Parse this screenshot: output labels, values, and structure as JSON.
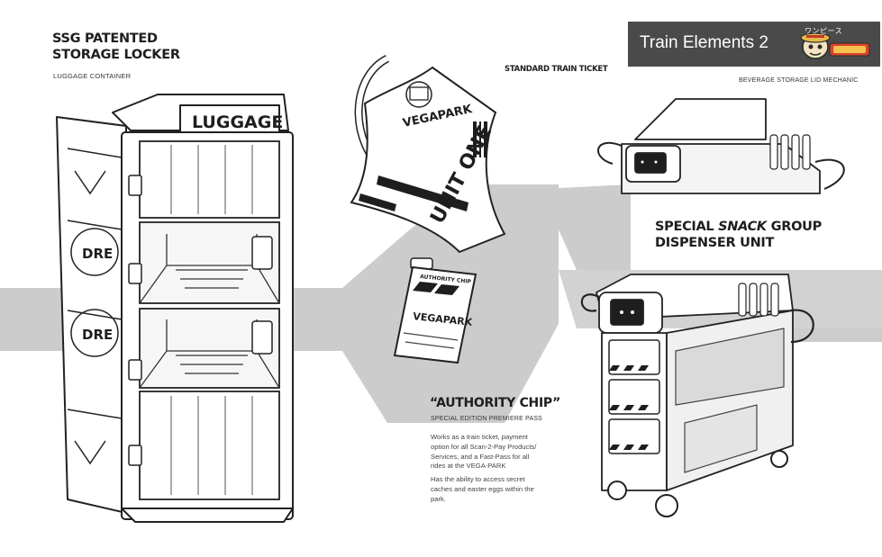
{
  "header": {
    "title": "Train Elements 2",
    "logo_text": "ワンピース",
    "logo_icon": "one-piece-straw-hat-logo"
  },
  "locker": {
    "title_line1": "SSG PATENTED",
    "title_line2": "STORAGE LOCKER",
    "subtitle": "LUGGAGE CONTAINER",
    "sign": "LUGGAGE",
    "panel_mark": "DRE"
  },
  "ticket": {
    "title": "STANDARD TRAIN TICKET",
    "brand": "VEGAPARK",
    "stamp": "UNIT ONE"
  },
  "chip": {
    "card_label": "AUTHORITY CHIP",
    "card_brand": "VEGAPARK",
    "title": "“AUTHORITY CHIP”",
    "subtitle": "SPECIAL EDITION PREMIERE PASS",
    "description_1": "Works as a train ticket, payment option for all Scan-2-Pay Products/ Services, and a Fast-Pass for all rides at the VEGA-PARK",
    "description_2": "Has the ability to access secret caches and easter eggs within the park."
  },
  "cart": {
    "lid_caption": "BEVERAGE STORAGE LID MECHANIC",
    "title_pre": "SPECIAL ",
    "title_em": "SNACK",
    "title_post": " GROUP",
    "title_line2": "DISPENSER UNIT"
  },
  "colors": {
    "band_gray": "#c8c8c8",
    "title_box": "#4a4a4a",
    "ink": "#1e1e1e"
  }
}
